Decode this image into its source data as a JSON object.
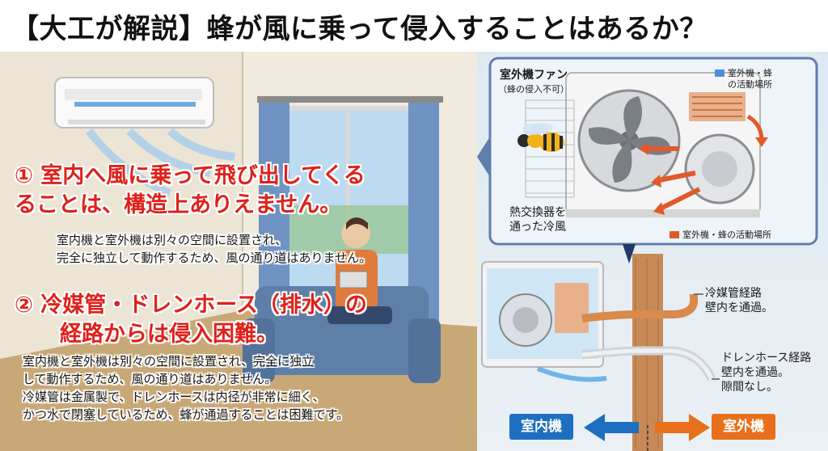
{
  "title": "【大工が解説】蜂が風に乗って侵入することはあるか？",
  "section1": {
    "heading_lines": [
      "① 室内へ風に乗って飛び出してくる",
      "ることは、構造上ありえません。"
    ],
    "body_lines": [
      "室内機と室外機は別々の空間に設置され、",
      "完全に独立して動作するため、風の通り道はありません。"
    ]
  },
  "section2": {
    "heading_lines": [
      "② 冷媒管・ドレンホース（排水）の",
      "経路からは侵入困難。"
    ],
    "body_lines": [
      "室内機と室外機は別々の空間に設置され、完全に独立",
      "して動作するため、風の通り道はありません。",
      "冷媒管は金属製で、ドレンホースは内径が非常に細く、",
      "かつ水で閉塞しているため、蜂が通過することは困難です。"
    ]
  },
  "inset": {
    "fan_label": "室外機ファン",
    "fan_sublabel": "（蜂の侵入不可）",
    "legend_blue_lines": [
      "室外機・蜂",
      "の活動場所"
    ],
    "legend_orange": "室外機・蜂の活動場所",
    "cold_air_lines": [
      "熱交換器を",
      "通った冷風"
    ]
  },
  "pipes": {
    "refrigerant_lines": [
      "冷媒管経路",
      "壁内を通過。"
    ],
    "drain_lines": [
      "ドレンホース経路",
      "壁内を通過。",
      "隙間なし。"
    ]
  },
  "direction": {
    "indoor": "室内機",
    "outdoor": "室外機"
  },
  "colors": {
    "heading_red": "#e0201a",
    "blue": "#1f6fc0",
    "orange": "#e8701c",
    "legend_blue": "#4a90d9",
    "legend_orange": "#e05a2a"
  },
  "icons": [
    "wasp-icon",
    "fan-icon",
    "air-conditioner-icon",
    "outdoor-unit-icon",
    "arrow-left-icon",
    "arrow-right-icon"
  ]
}
